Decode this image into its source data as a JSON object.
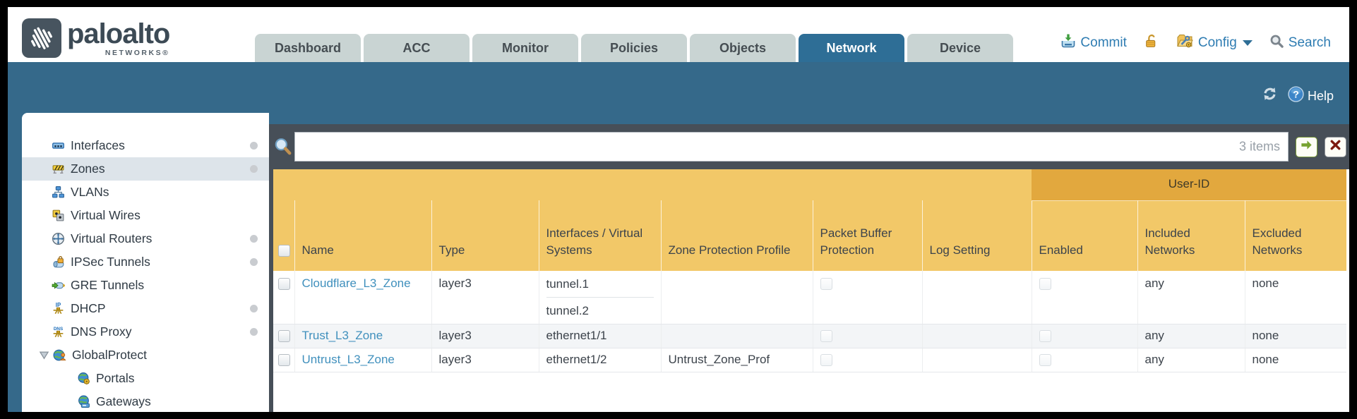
{
  "brand": {
    "name": "paloalto",
    "subname": "NETWORKS®"
  },
  "nav_tabs": [
    {
      "label": "Dashboard",
      "active": false
    },
    {
      "label": "ACC",
      "active": false
    },
    {
      "label": "Monitor",
      "active": false
    },
    {
      "label": "Policies",
      "active": false
    },
    {
      "label": "Objects",
      "active": false
    },
    {
      "label": "Network",
      "active": true
    },
    {
      "label": "Device",
      "active": false
    }
  ],
  "top_actions": {
    "commit_label": "Commit",
    "config_label": "Config",
    "search_label": "Search"
  },
  "toolbar": {
    "help_label": "Help"
  },
  "sidebar": {
    "items": [
      {
        "label": "Interfaces",
        "icon": "interfaces-icon",
        "dot": true,
        "selected": false
      },
      {
        "label": "Zones",
        "icon": "zones-icon",
        "dot": true,
        "selected": true
      },
      {
        "label": "VLANs",
        "icon": "vlans-icon",
        "dot": false,
        "selected": false
      },
      {
        "label": "Virtual Wires",
        "icon": "virtual-wires-icon",
        "dot": false,
        "selected": false
      },
      {
        "label": "Virtual Routers",
        "icon": "virtual-routers-icon",
        "dot": true,
        "selected": false
      },
      {
        "label": "IPSec Tunnels",
        "icon": "ipsec-tunnels-icon",
        "dot": true,
        "selected": false
      },
      {
        "label": "GRE Tunnels",
        "icon": "gre-tunnels-icon",
        "dot": false,
        "selected": false
      },
      {
        "label": "DHCP",
        "icon": "dhcp-icon",
        "dot": true,
        "selected": false
      },
      {
        "label": "DNS Proxy",
        "icon": "dns-proxy-icon",
        "dot": true,
        "selected": false
      },
      {
        "label": "GlobalProtect",
        "icon": "globalprotect-icon",
        "dot": false,
        "selected": false,
        "expander": true
      },
      {
        "label": "Portals",
        "icon": "portals-icon",
        "dot": false,
        "selected": false,
        "indent": true
      },
      {
        "label": "Gateways",
        "icon": "gateways-icon",
        "dot": false,
        "selected": false,
        "indent": true
      }
    ]
  },
  "filter": {
    "value": "",
    "count_label": "3 items"
  },
  "table": {
    "group_header": "User-ID",
    "columns": [
      "Name",
      "Type",
      "Interfaces / Virtual Systems",
      "Zone Protection Profile",
      "Packet Buffer Protection",
      "Log Setting",
      "Enabled",
      "Included Networks",
      "Excluded Networks"
    ],
    "rows": [
      {
        "name": "Cloudflare_L3_Zone",
        "type": "layer3",
        "interfaces": [
          "tunnel.1",
          "tunnel.2"
        ],
        "zone_protection_profile": "",
        "packet_buffer_protection_checked": false,
        "log_setting": "",
        "user_id_enabled_checked": false,
        "included_networks": "any",
        "excluded_networks": "none"
      },
      {
        "name": "Trust_L3_Zone",
        "type": "layer3",
        "interfaces": [
          "ethernet1/1"
        ],
        "zone_protection_profile": "",
        "packet_buffer_protection_checked": false,
        "log_setting": "",
        "user_id_enabled_checked": false,
        "included_networks": "any",
        "excluded_networks": "none"
      },
      {
        "name": "Untrust_L3_Zone",
        "type": "layer3",
        "interfaces": [
          "ethernet1/2"
        ],
        "zone_protection_profile": "Untrust_Zone_Prof",
        "packet_buffer_protection_checked": false,
        "log_setting": "",
        "user_id_enabled_checked": false,
        "included_networks": "any",
        "excluded_networks": "none"
      }
    ]
  },
  "colors": {
    "header_band": "#35698a",
    "active_tab": "#2e6e96",
    "table_header_gold": "#f2c868",
    "user_id_band_gold": "#e2a83e",
    "link_blue": "#4090bd",
    "filter_bar_slate": "#474f58"
  },
  "icons": [
    "paloalto-logo-icon",
    "commit-icon",
    "lock-icon",
    "config-icon",
    "chevron-down-icon",
    "search-icon",
    "refresh-icon",
    "help-icon",
    "filter-search-icon",
    "apply-filter-arrow-icon",
    "clear-filter-x-icon",
    "expander-icon",
    "interfaces-icon",
    "zones-icon",
    "vlans-icon",
    "virtual-wires-icon",
    "virtual-routers-icon",
    "ipsec-tunnels-icon",
    "gre-tunnels-icon",
    "dhcp-icon",
    "dns-proxy-icon",
    "globalprotect-icon",
    "portals-icon",
    "gateways-icon"
  ]
}
